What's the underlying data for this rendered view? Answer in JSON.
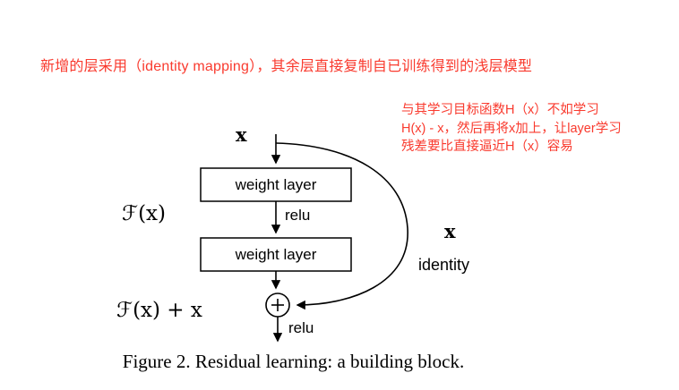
{
  "colors": {
    "annotation_red": "#f93a2e",
    "diagram_stroke": "#000000",
    "background": "#ffffff"
  },
  "annotations": {
    "top": "新增的层采用（identity mapping），其余层直接复制自已训练得到的浅层模型",
    "side_line1": "与其学习目标函数H（x）不如学习",
    "side_line2": "H(x) - x，然后再将x加上，让layer学习",
    "side_line3": "残差要比直接逼近H（x）容易"
  },
  "diagram": {
    "input_label": "x",
    "weight_layer1": "weight layer",
    "relu1": "relu",
    "weight_layer2": "weight layer",
    "residual_label": "ℱ(x)",
    "output_label": "ℱ(x) + x",
    "relu2": "relu",
    "identity_x_label": "x",
    "identity_label": "identity",
    "plus_icon": "+"
  },
  "caption": "Figure 2. Residual learning: a building block."
}
